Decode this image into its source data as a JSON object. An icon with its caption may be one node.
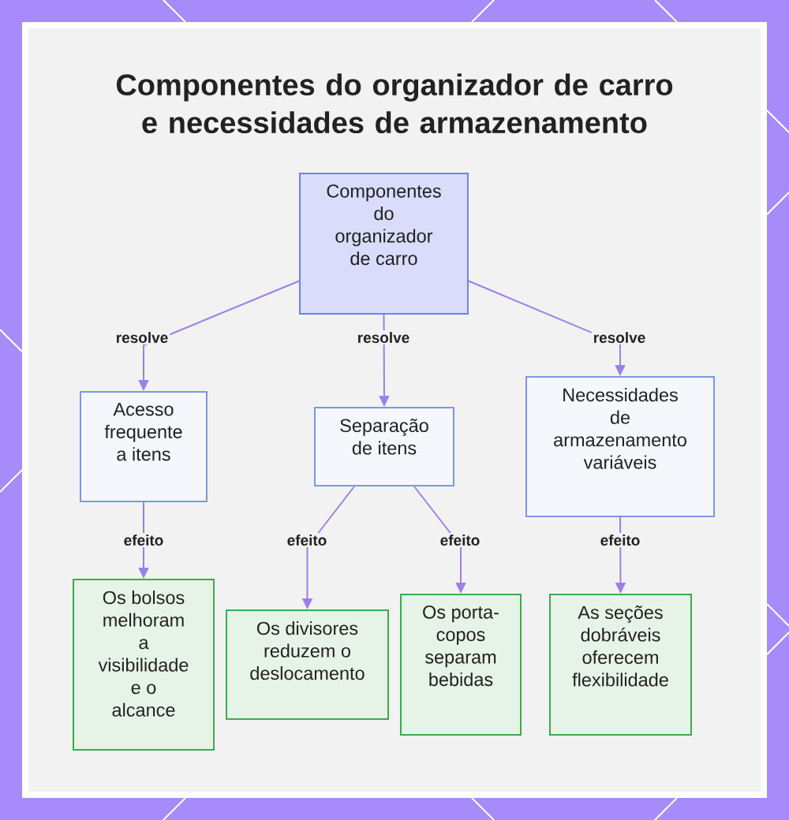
{
  "diagram": {
    "title": "Componentes do organizador de carro e necessidades de armazenamento",
    "nodes": [
      {
        "text": [
          "Componentes do organizador de carro"
        ]
      },
      {
        "text": [
          "Acesso frequente a itens"
        ]
      },
      {
        "text": [
          "Separação de itens"
        ]
      },
      {
        "text": [
          "Necessidades de armazenamento variáveis"
        ]
      },
      {
        "text": [
          "Os bolsos melhoram a visibilidade e o alcance"
        ]
      },
      {
        "text": [
          "Os divisores reduzem o deslocamento"
        ]
      },
      {
        "text": [
          "Os porta-copos separam bebidas"
        ]
      },
      {
        "text": [
          "As seções dobráveis oferecem flexibilidade"
        ]
      }
    ],
    "edges": [
      {
        "from": 0,
        "to": 1,
        "arrow": "to",
        "label": "resolve"
      },
      {
        "from": 0,
        "to": 2,
        "arrow": "to",
        "label": "resolve"
      },
      {
        "from": 0,
        "to": 3,
        "arrow": "to",
        "label": "resolve"
      },
      {
        "from": 1,
        "to": 4,
        "arrow": "to",
        "label": "efeito"
      },
      {
        "from": 2,
        "to": 5,
        "arrow": "to",
        "label": "efeito"
      },
      {
        "from": 2,
        "to": 6,
        "arrow": "to",
        "label": "efeito"
      },
      {
        "from": 3,
        "to": 7,
        "arrow": "to",
        "label": "efeito"
      }
    ]
  }
}
